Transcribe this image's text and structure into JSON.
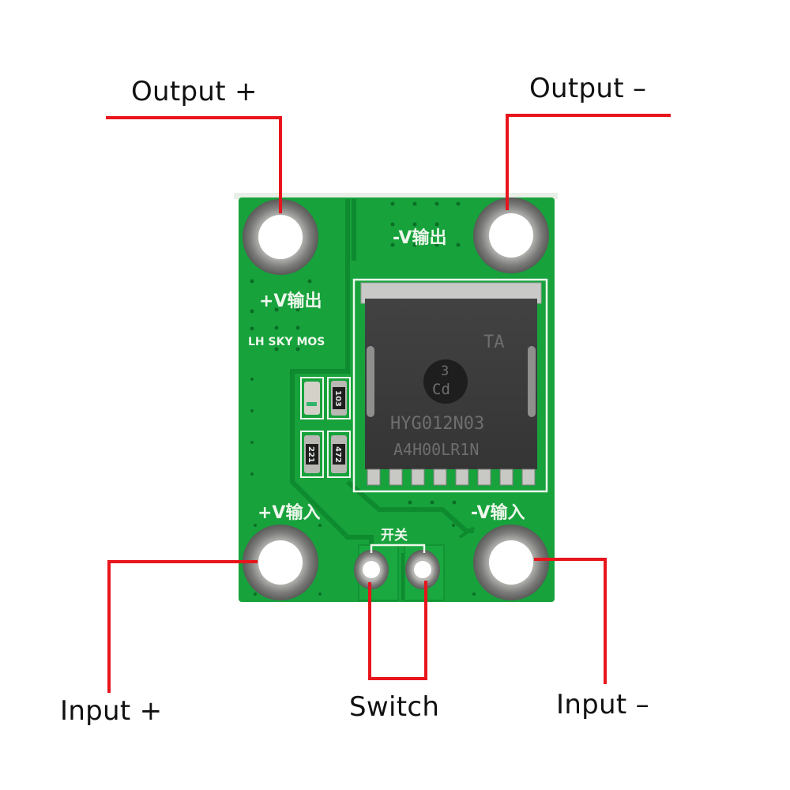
{
  "colors": {
    "background": "#ffffff",
    "pcb_green": "#17a23c",
    "pcb_dark_trace": "#0e8a2f",
    "pcb_edge": "#e9eee6",
    "silkscreen": "#eef7ec",
    "pad_metal": "#8e8e8c",
    "pad_dark": "#5d5d5b",
    "chip_body": "#3b3b3c",
    "chip_text": "#6e6e6c",
    "callout_line": "#e8151c",
    "label_text": "#111111"
  },
  "callouts": {
    "output_plus": "Output +",
    "output_minus": "Output –",
    "input_plus": "Input +",
    "switch": "Switch",
    "input_minus": "Input –"
  },
  "silkscreen": {
    "pos_v_out": "+V输出",
    "neg_v_out": "-V输出",
    "brand": "LH SKY MOS",
    "pos_v_in": "+V输入",
    "neg_v_in": "-V输入",
    "switch_cn": "开关"
  },
  "mosfet": {
    "top_mark": "TA",
    "logo_line1": "3",
    "logo_line2": "Cd",
    "part_number": "HYG012N03",
    "lot_code": "A4H00LR1N",
    "pin_count": 8
  },
  "smd_components": [
    {
      "id": "led",
      "marking": ""
    },
    {
      "id": "r1",
      "marking": "103"
    },
    {
      "id": "r2",
      "marking": "221"
    },
    {
      "id": "r3",
      "marking": "472"
    }
  ]
}
